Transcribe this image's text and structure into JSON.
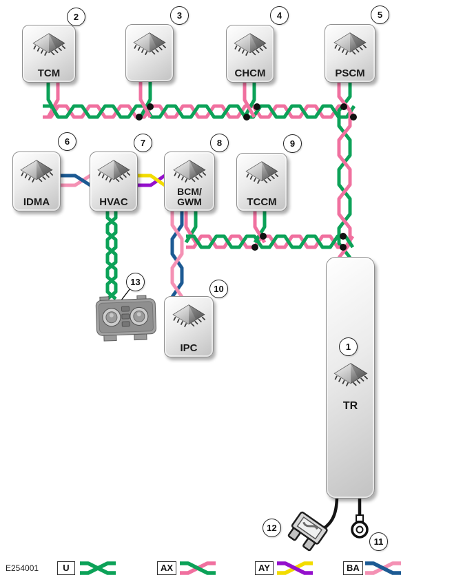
{
  "figure_code": "E254001",
  "modules": {
    "tcm": "TCM",
    "m3": "",
    "chcm": "CHCM",
    "pscm": "PSCM",
    "idma": "IDMA",
    "hvac": "HVAC",
    "bcm": "BCM/\nGWM",
    "tccm": "TCCM",
    "ipc": "IPC",
    "tr": "TR"
  },
  "callouts": {
    "tr": "1",
    "tcm": "2",
    "m3": "3",
    "chcm": "4",
    "pscm": "5",
    "idma": "6",
    "hvac": "7",
    "bcm": "8",
    "tccm": "9",
    "ipc": "10",
    "ring": "11",
    "fuse": "12",
    "panel": "13"
  },
  "networks": {
    "U": [
      "#0CA258",
      "#0CA258"
    ],
    "AX": [
      "#F0709F",
      "#0CA258"
    ],
    "AY": [
      "#F2DC00",
      "#9410CC"
    ],
    "BA": [
      "#1C5A93",
      "#F491B4"
    ]
  },
  "legend": {
    "items": [
      {
        "code": "U",
        "net": "U",
        "tl": 0
      },
      {
        "code": "AX",
        "net": "AX",
        "tl": 1
      },
      {
        "code": "AY",
        "net": "AY",
        "tl": 1
      },
      {
        "code": "BA",
        "net": "BA",
        "tl": 0
      }
    ]
  },
  "wires": [
    {
      "name": "can-bus-1",
      "net": "AX",
      "type": "h",
      "c": 162,
      "a1": 62,
      "a2": 514,
      "amp": 8,
      "period": 46,
      "flip": true
    },
    {
      "name": "tcm-drop",
      "net": "AX",
      "type": "v",
      "c": 77,
      "a1": 117,
      "a2": 170,
      "amp": 7,
      "period": 104,
      "flip": true
    },
    {
      "name": "module3-drop",
      "net": "AX",
      "type": "v",
      "c": 211,
      "a1": 117,
      "a2": 170,
      "amp": 7,
      "period": 104,
      "flip": false
    },
    {
      "name": "chcm-drop",
      "net": "AX",
      "type": "v",
      "c": 362,
      "a1": 118,
      "a2": 170,
      "amp": 7,
      "period": 104,
      "flip": false
    },
    {
      "name": "pscm-tr-run",
      "net": "AX",
      "type": "v",
      "c": 500,
      "a1": 118,
      "a2": 374,
      "amp": 8,
      "period": 88,
      "flip": false
    },
    {
      "name": "idma-hvac-link",
      "net": "BA",
      "type": "h",
      "c": 262,
      "a1": 85,
      "a2": 131,
      "amp": 7,
      "period": 92,
      "flip": false
    },
    {
      "name": "hvac-bcm-link",
      "net": "AY",
      "type": "h",
      "c": 262,
      "a1": 197,
      "a2": 239,
      "amp": 7,
      "period": 84,
      "flip": false
    },
    {
      "name": "hvac-panel-run",
      "net": "U",
      "type": "v",
      "c": 162,
      "a1": 305,
      "a2": 434,
      "amp": 6,
      "period": 42,
      "flip": false
    },
    {
      "name": "bcm-ipc-run",
      "net": "BA",
      "type": "v",
      "c": 257,
      "a1": 305,
      "a2": 431,
      "amp": 7,
      "period": 84,
      "flip": true
    },
    {
      "name": "bcm-bus2-drop",
      "net": "AX",
      "type": "v",
      "c": 277,
      "a1": 305,
      "a2": 352,
      "amp": 7,
      "period": 94,
      "flip": false
    },
    {
      "name": "can-bus-2",
      "net": "AX",
      "type": "h",
      "c": 351,
      "a1": 270,
      "a2": 512,
      "amp": 8,
      "period": 46,
      "flip": true
    },
    {
      "name": "tccm-drop",
      "net": "AX",
      "type": "v",
      "c": 377,
      "a1": 305,
      "a2": 352,
      "amp": 7,
      "period": 94,
      "flip": false
    }
  ],
  "junctions": [
    [
      218,
      155
    ],
    [
      202,
      170
    ],
    [
      373,
      155
    ],
    [
      358,
      170
    ],
    [
      499,
      155
    ],
    [
      513,
      170
    ],
    [
      382,
      343
    ],
    [
      370,
      359
    ],
    [
      498,
      343
    ],
    [
      498,
      359
    ]
  ]
}
